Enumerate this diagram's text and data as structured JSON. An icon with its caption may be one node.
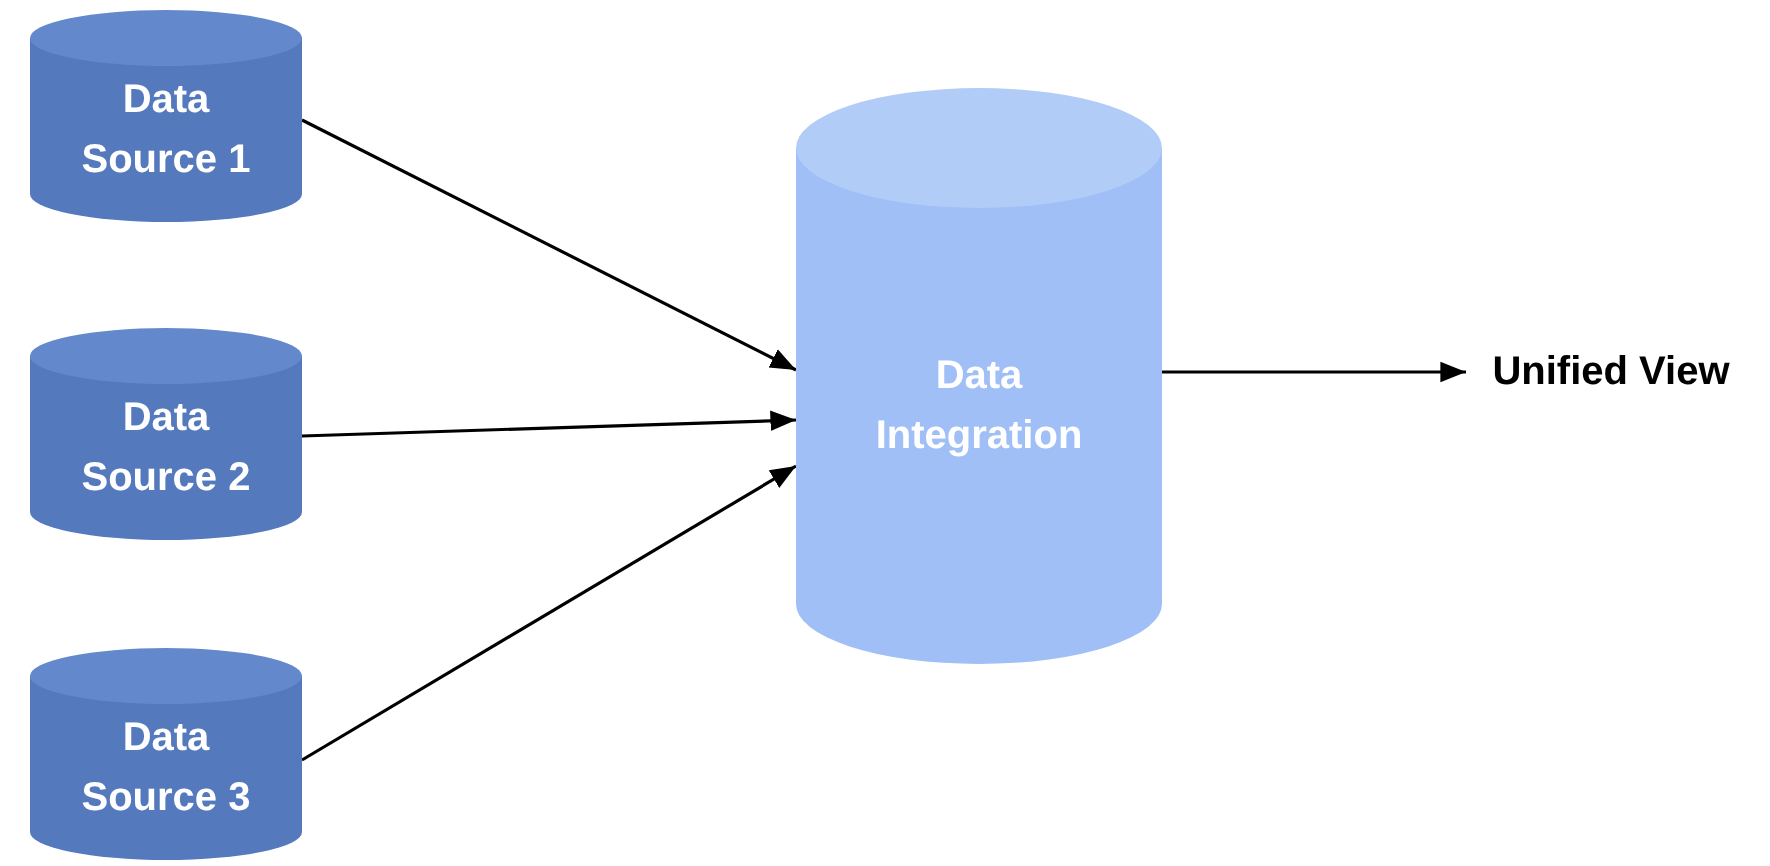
{
  "diagram": {
    "nodes": [
      {
        "text": [
          "Data Source 1"
        ]
      },
      {
        "text": [
          "Data Source 2"
        ]
      },
      {
        "text": [
          "Data Source 3"
        ]
      },
      {
        "text": [
          "Data Integration"
        ]
      },
      {
        "text": [
          "Unified View"
        ]
      }
    ],
    "edges": [
      {
        "from": 0,
        "to": 3,
        "arrow": "to"
      },
      {
        "from": 1,
        "to": 3,
        "arrow": "to"
      },
      {
        "from": 2,
        "to": 3,
        "arrow": "to"
      },
      {
        "from": 3,
        "to": 4,
        "arrow": "to"
      }
    ]
  }
}
